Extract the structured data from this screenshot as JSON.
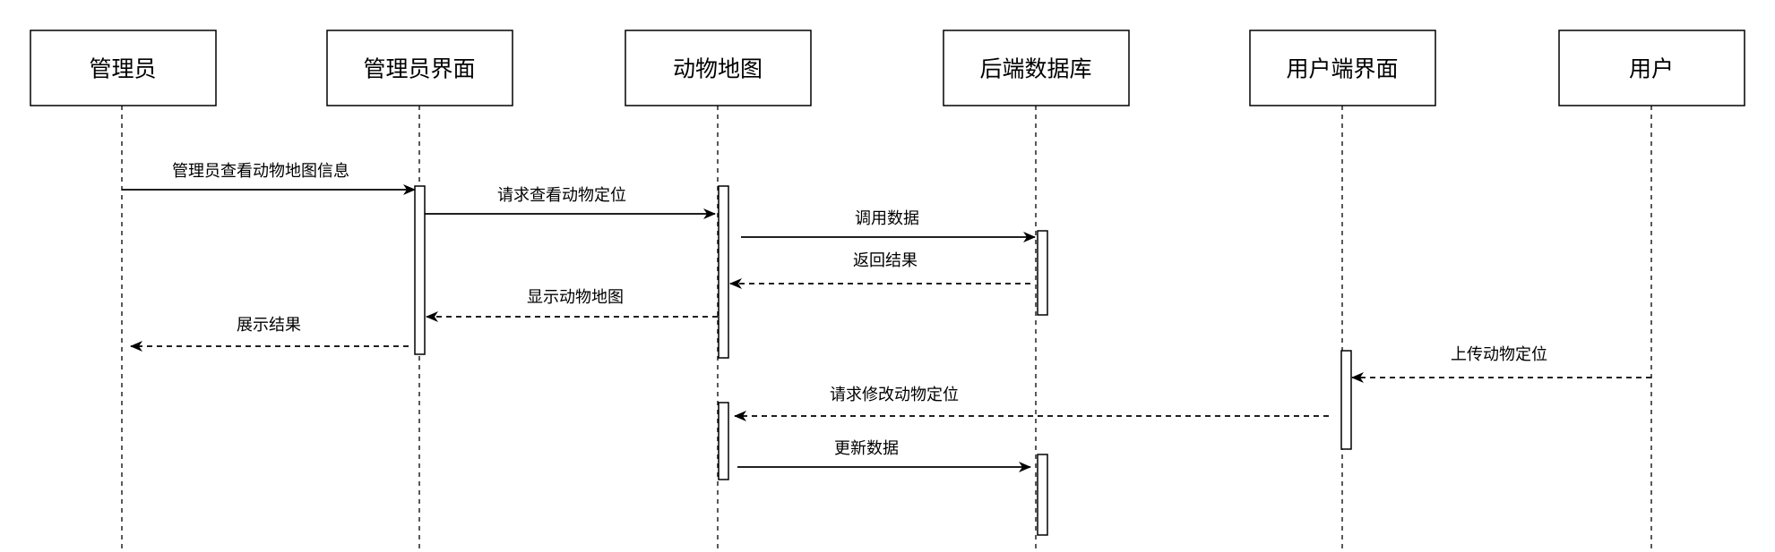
{
  "actors": [
    {
      "id": "admin",
      "label": "管理员"
    },
    {
      "id": "admin_ui",
      "label": "管理员界面"
    },
    {
      "id": "animal_map",
      "label": "动物地图"
    },
    {
      "id": "backend_db",
      "label": "后端数据库"
    },
    {
      "id": "user_ui",
      "label": "用户端界面"
    },
    {
      "id": "user",
      "label": "用户"
    }
  ],
  "messages": [
    {
      "from": "admin",
      "to": "admin_ui",
      "label": "管理员查看动物地图信息",
      "style": "solid"
    },
    {
      "from": "admin_ui",
      "to": "animal_map",
      "label": "请求查看动物定位",
      "style": "solid"
    },
    {
      "from": "animal_map",
      "to": "backend_db",
      "label": "调用数据",
      "style": "solid"
    },
    {
      "from": "backend_db",
      "to": "animal_map",
      "label": "返回结果",
      "style": "dashed"
    },
    {
      "from": "animal_map",
      "to": "admin_ui",
      "label": "显示动物地图",
      "style": "dashed"
    },
    {
      "from": "admin_ui",
      "to": "admin",
      "label": "展示结果",
      "style": "dashed"
    },
    {
      "from": "user",
      "to": "user_ui",
      "label": "上传动物定位",
      "style": "dashed"
    },
    {
      "from": "user_ui",
      "to": "animal_map",
      "label": "请求修改动物定位",
      "style": "dashed"
    },
    {
      "from": "animal_map",
      "to": "backend_db",
      "label": "更新数据",
      "style": "solid"
    }
  ]
}
